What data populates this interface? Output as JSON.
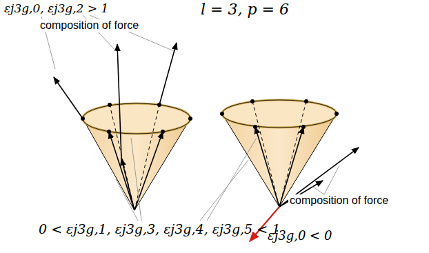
{
  "diagram": {
    "title": "l = 3, p = 6",
    "labels": [
      "εj3g,0, εj3g,2 > 1",
      "composition of force",
      "0 < εj3g,1, εj3g,3, εj3g,4, εj3g,5 < 1",
      "composition of force",
      "εj3g,0 < 0"
    ]
  }
}
